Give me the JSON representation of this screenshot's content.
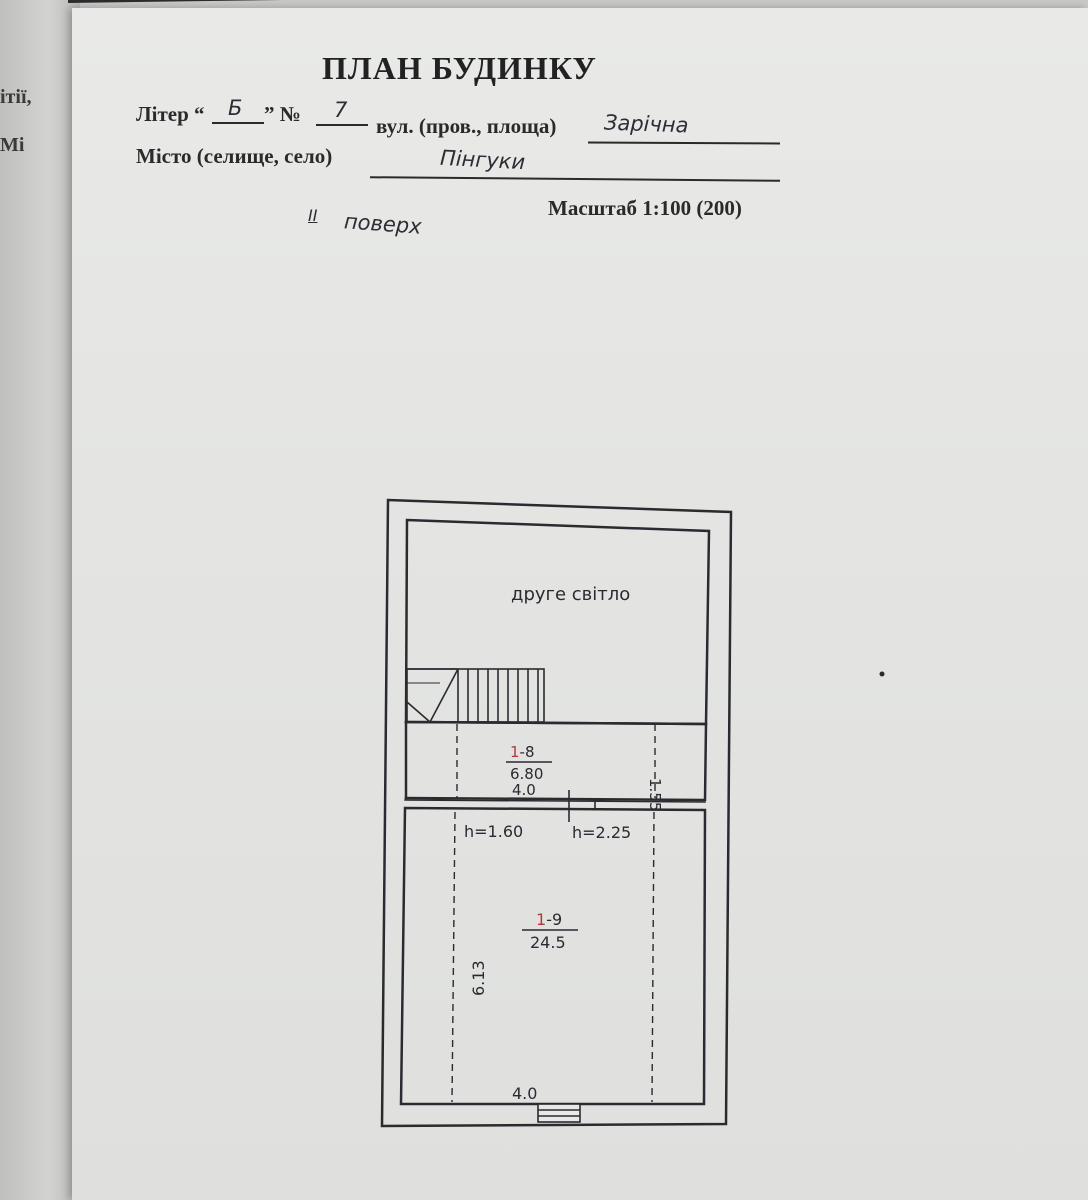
{
  "left_page": {
    "line1": "ітії,",
    "line2": "Mi"
  },
  "header": {
    "title": "ПЛАН БУДИНКУ",
    "liter_label": "Літер “",
    "liter_value": "Б",
    "number_label": "” №",
    "number_value": "7",
    "street_label": "вул. (пров., площа)",
    "street_value": "Зарічна",
    "city_label": "Місто (селище, село)",
    "city_value": "Пінгуки",
    "scale": "Масштаб 1:100 (200)",
    "floor_numeral": "II",
    "floor_word": "поверх"
  },
  "plan": {
    "upper_room_label": "друге світло",
    "corridor_id": "1-8",
    "corridor_area": "6.80",
    "corridor_width": "4.0",
    "corridor_depth": "1.55",
    "room_id": "1-9",
    "room_area": "24.5",
    "height_low": "h=1.60",
    "height_high": "h=2.25",
    "room_length": "6.13",
    "room_width": "4.0"
  },
  "colors": {
    "ink": "#2a2a30",
    "red_ink": "#b33a3a",
    "paper": "#e6e7e5"
  }
}
